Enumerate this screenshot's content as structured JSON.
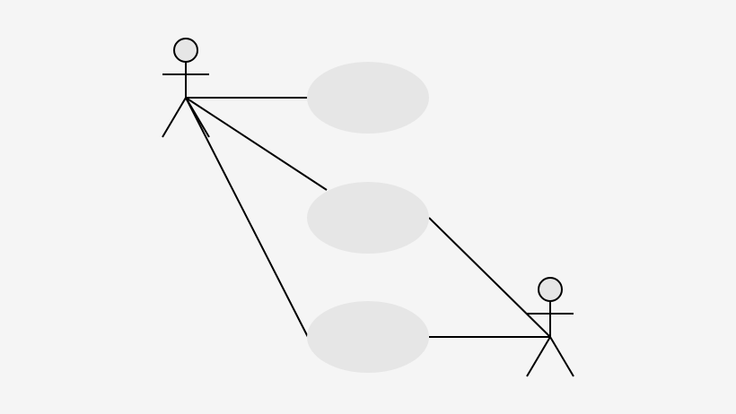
{
  "diagram": {
    "type": "use-case-diagram",
    "colors": {
      "background": "#f5f5f5",
      "use_case_fill": "#e6e6e6",
      "actor_head_fill": "#e6e6e6",
      "line": "#000000"
    },
    "actors": [
      {
        "id": "actor-1",
        "label": ""
      },
      {
        "id": "actor-2",
        "label": ""
      }
    ],
    "use_cases": [
      {
        "id": "use-case-1",
        "label": ""
      },
      {
        "id": "use-case-2",
        "label": ""
      },
      {
        "id": "use-case-3",
        "label": ""
      }
    ],
    "associations": [
      {
        "from": "actor-1",
        "to": "use-case-1"
      },
      {
        "from": "actor-1",
        "to": "use-case-2"
      },
      {
        "from": "actor-1",
        "to": "use-case-3"
      },
      {
        "from": "actor-2",
        "to": "use-case-2"
      },
      {
        "from": "actor-2",
        "to": "use-case-3"
      }
    ]
  }
}
